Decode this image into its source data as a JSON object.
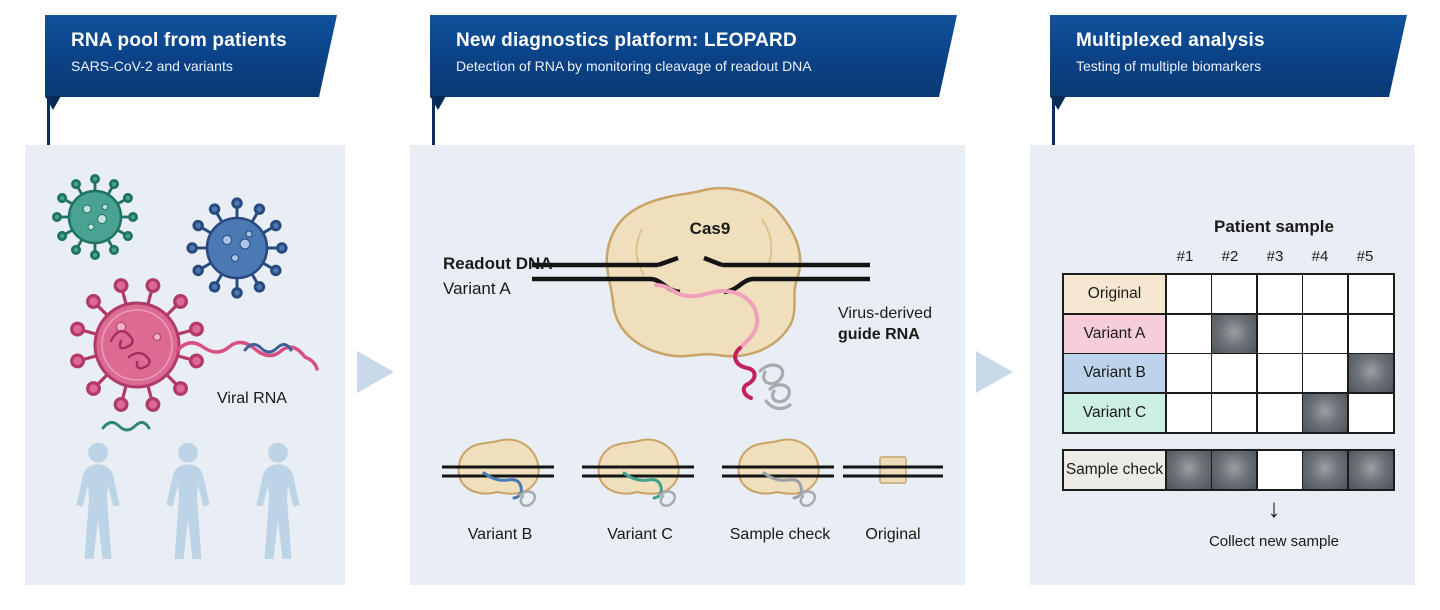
{
  "colors": {
    "banner_blue": "#0b4185",
    "banner_blue_dark": "#052a56",
    "panel_bg": "#e9eef5",
    "flow_arrow": "#c9d9ea",
    "ink": "#1a1a1a",
    "cas9_tan": "#efdfbd",
    "cas9_outline": "#c9a367",
    "virus_teal": "#4aa293",
    "virus_blue": "#4b79b4",
    "virus_pink": "#dd6a92",
    "guide_pink": "#f0a0bb",
    "guide_crimson": "#c2225c",
    "scaffold_gray": "#a6abb0",
    "person_blue": "#bdd3e6",
    "cell_filled": "#545c61"
  },
  "panels": [
    {
      "id": "rna-pool",
      "banner": {
        "title": "RNA pool from patients",
        "subtitle": "SARS-CoV-2 and variants"
      },
      "labels": {
        "viral_rna": "Viral RNA"
      }
    },
    {
      "id": "leopard",
      "banner": {
        "title": "New diagnostics platform: LEOPARD",
        "subtitle": "Detection of RNA by monitoring cleavage of readout DNA"
      },
      "labels": {
        "cas9": "Cas9",
        "readout_dna": "Readout DNA",
        "variant_a": "Variant A",
        "guide_line1": "Virus-derived",
        "guide_line2": "guide RNA"
      },
      "minis": [
        {
          "label": "Variant B"
        },
        {
          "label": "Variant C"
        },
        {
          "label": "Sample check"
        },
        {
          "label": "Original"
        }
      ]
    },
    {
      "id": "multiplexed",
      "banner": {
        "title": "Multiplexed analysis",
        "subtitle": "Testing of multiple biomarkers"
      },
      "table": {
        "title": "Patient sample",
        "columns": [
          "#1",
          "#2",
          "#3",
          "#4",
          "#5"
        ],
        "rows": [
          {
            "label": "Original",
            "color": "#f6e8d0",
            "filled": [
              false,
              false,
              false,
              false,
              false
            ]
          },
          {
            "label": "Variant A",
            "color": "#f5cddb",
            "filled": [
              false,
              true,
              false,
              false,
              false
            ]
          },
          {
            "label": "Variant B",
            "color": "#bdd3eb",
            "filled": [
              false,
              false,
              false,
              false,
              true
            ]
          },
          {
            "label": "Variant C",
            "color": "#cdeee5",
            "filled": [
              false,
              false,
              false,
              true,
              false
            ]
          }
        ],
        "check_row": {
          "label": "Sample check",
          "color": "#edebe5",
          "filled": [
            true,
            true,
            false,
            true,
            true
          ]
        },
        "footer": "Collect new sample"
      }
    }
  ],
  "icons": {
    "down_arrow": "↓"
  }
}
